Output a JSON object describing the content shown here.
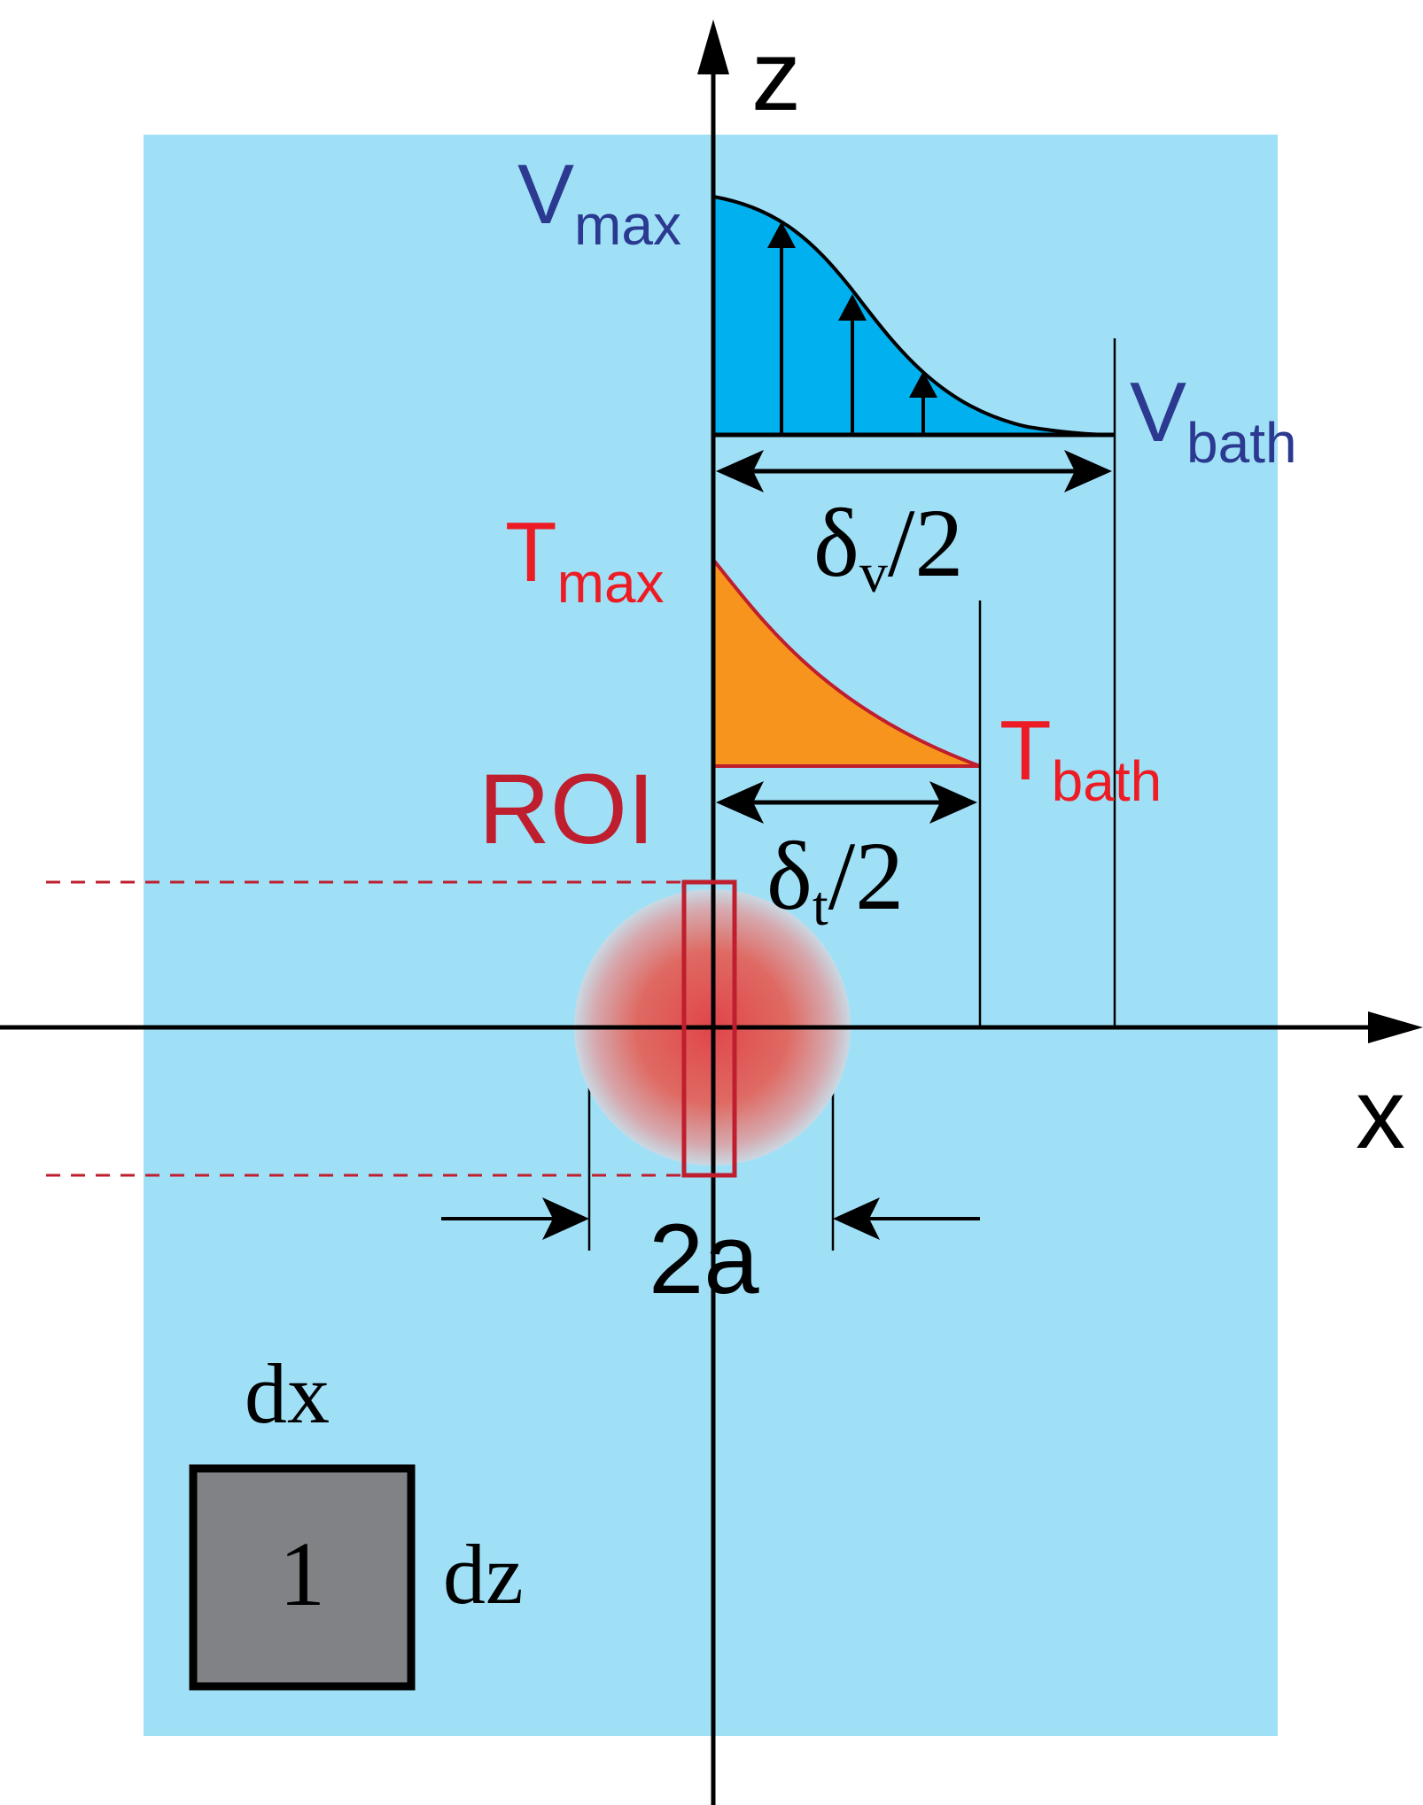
{
  "axes": {
    "z_label": "z",
    "x_label": "x"
  },
  "velocity": {
    "max_label": "V",
    "max_sub": "max",
    "bath_label": "V",
    "bath_sub": "bath",
    "width_symbol": "δ",
    "width_sub": "v",
    "width_rest": "/2"
  },
  "temperature": {
    "max_label": "T",
    "max_sub": "max",
    "bath_label": "T",
    "bath_sub": "bath",
    "width_symbol": "δ",
    "width_sub": "t",
    "width_rest": "/2"
  },
  "roi_label": "ROI",
  "spot_width_label": "2a",
  "cell": {
    "dx_label": "dx",
    "dz_label": "dz",
    "value": "1"
  },
  "colors": {
    "bath": "#a0e0f7",
    "velocity_fill": "#00b0ef",
    "velocity_text": "#2b3990",
    "temperature_fill": "#f7941d",
    "temperature_stroke": "#be1e2d",
    "temperature_text": "#ed1c24",
    "roi": "#be1e2d",
    "cell_fill": "#808285"
  }
}
